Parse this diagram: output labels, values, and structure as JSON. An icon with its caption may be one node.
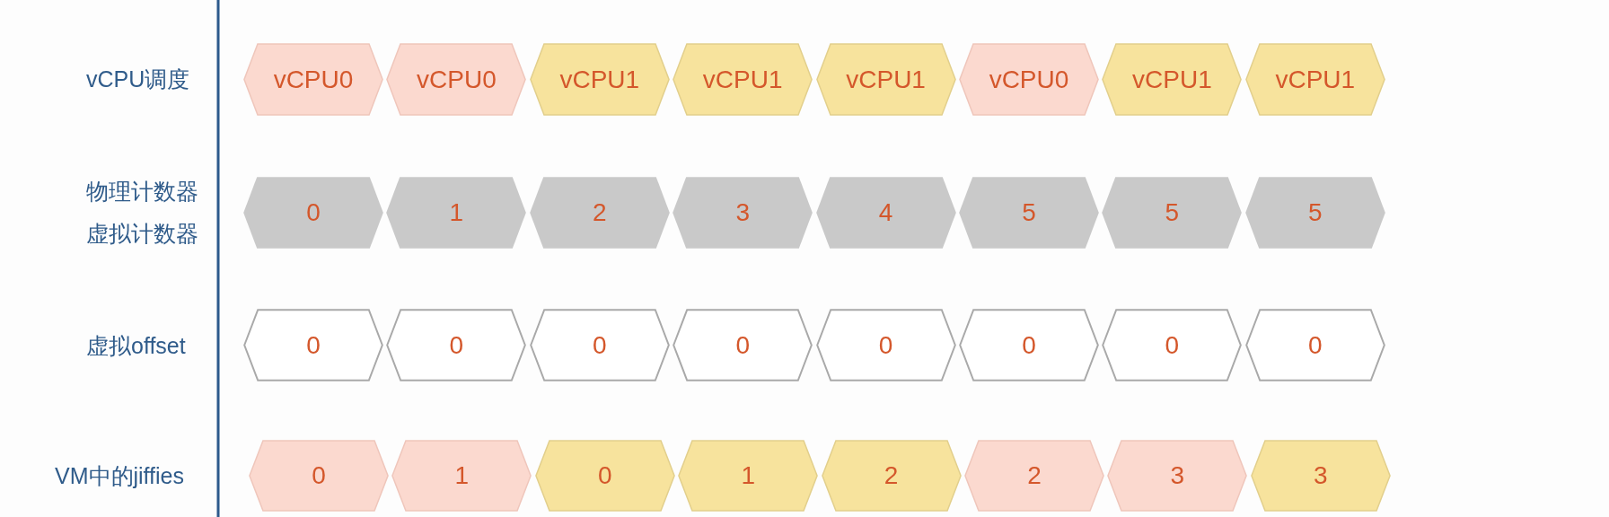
{
  "diagram": {
    "nodes": [
      {
        "text": [
          "vCPU0"
        ]
      },
      {
        "text": [
          "vCPU0"
        ]
      },
      {
        "text": [
          "vCPU1"
        ]
      },
      {
        "text": [
          "vCPU1"
        ]
      },
      {
        "text": [
          "vCPU1"
        ]
      },
      {
        "text": [
          "vCPU0"
        ]
      },
      {
        "text": [
          "vCPU1"
        ]
      },
      {
        "text": [
          "vCPU1"
        ]
      },
      {
        "text": [
          "0"
        ]
      },
      {
        "text": [
          "1"
        ]
      },
      {
        "text": [
          "2"
        ]
      },
      {
        "text": [
          "3"
        ]
      },
      {
        "text": [
          "4"
        ]
      },
      {
        "text": [
          "5"
        ]
      },
      {
        "text": [
          "5"
        ]
      },
      {
        "text": [
          "5"
        ]
      },
      {
        "text": [
          "0"
        ]
      },
      {
        "text": [
          "0"
        ]
      },
      {
        "text": [
          "0"
        ]
      },
      {
        "text": [
          "0"
        ]
      },
      {
        "text": [
          "0"
        ]
      },
      {
        "text": [
          "0"
        ]
      },
      {
        "text": [
          "0"
        ]
      },
      {
        "text": [
          "0"
        ]
      },
      {
        "text": [
          "0"
        ]
      },
      {
        "text": [
          "1"
        ]
      },
      {
        "text": [
          "0"
        ]
      },
      {
        "text": [
          "1"
        ]
      },
      {
        "text": [
          "2"
        ]
      },
      {
        "text": [
          "2"
        ]
      },
      {
        "text": [
          "3"
        ]
      },
      {
        "text": [
          "3"
        ]
      }
    ],
    "labels": [
      "vCPU调度",
      "物理计数器",
      "虚拟计数器",
      "虚拟offset",
      "VM中的jiffies"
    ]
  }
}
